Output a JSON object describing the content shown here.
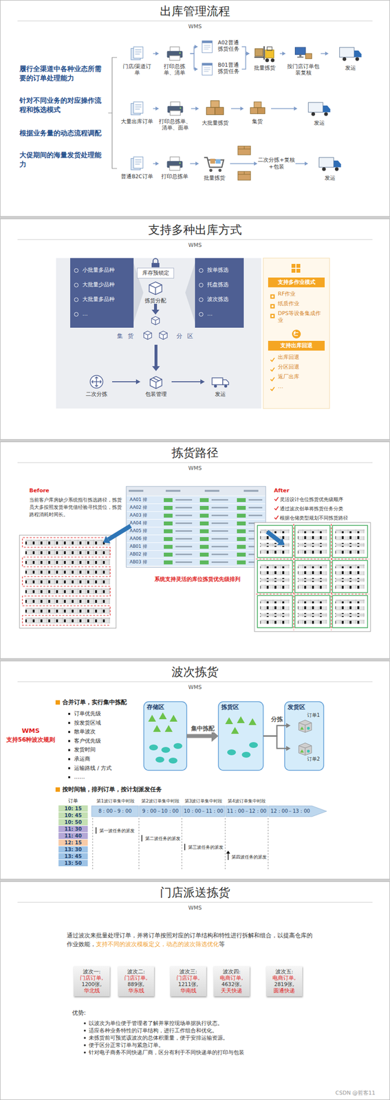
{
  "diagram": {
    "nodes": [
      {
        "text": [
          "出库管理流程",
          "WMS"
        ]
      },
      {
        "text": [
          "门店/渠道订单"
        ],
        "in": 0
      },
      {
        "text": [
          "打印总拣单、清单"
        ],
        "in": 0
      },
      {
        "text": [
          "A02普通拣货任务"
        ],
        "in": 0
      },
      {
        "text": [
          "B01普通拣货任务"
        ],
        "in": 0
      },
      {
        "text": [
          "批量拣货"
        ],
        "in": 0
      },
      {
        "text": [
          "按门店订单包装复核"
        ],
        "in": 0
      },
      {
        "text": [
          "发运"
        ],
        "in": 0
      },
      {
        "text": [
          "大量出库订单"
        ],
        "in": 0
      },
      {
        "text": [
          "打印总拣单、清单、面单"
        ],
        "in": 0
      },
      {
        "text": [
          "大批量拣货"
        ],
        "in": 0
      },
      {
        "text": [
          "集货"
        ],
        "in": 0
      },
      {
        "text": [
          "发运"
        ],
        "in": 0
      },
      {
        "text": [
          "普通B2C订单"
        ],
        "in": 0
      },
      {
        "text": [
          "打印总拣单"
        ],
        "in": 0
      },
      {
        "text": [
          "批量拣货"
        ],
        "in": 0
      },
      {
        "text": [
          "二次分拣+复核+包装"
        ],
        "in": 0
      },
      {
        "text": [
          "发运"
        ],
        "in": 0
      },
      {
        "text": [
          "支持多种出库方式",
          "WMS"
        ]
      },
      {
        "text": [
          "小批量多品种",
          "大批量少品种",
          "大批量多品种",
          "…"
        ],
        "in": 18
      },
      {
        "text": [
          "库存预锁定"
        ],
        "in": 18
      },
      {
        "text": [
          "拣货分配"
        ],
        "in": 18
      },
      {
        "text": [
          "按单拣选",
          "托盘拣选",
          "波次拣选",
          "…"
        ],
        "in": 18
      },
      {
        "text": [
          "二次分拣"
        ],
        "in": 18
      },
      {
        "text": [
          "包装管理"
        ],
        "in": 18
      },
      {
        "text": [
          "发运"
        ],
        "in": 18
      },
      {
        "text": [
          "支持多作业模式",
          "RF作业",
          "纸质作业",
          "DPS等设备集成作业"
        ],
        "in": 18
      },
      {
        "text": [
          "支持出库回退",
          "出库回退",
          "分区回退",
          "返厂出库",
          "…"
        ],
        "in": 18
      },
      {
        "text": [
          "拣货路径",
          "WMS"
        ]
      },
      {
        "text": [
          "波次拣货",
          "WMS"
        ]
      },
      {
        "text": [
          "存储区"
        ],
        "in": 29
      },
      {
        "text": [
          "拣货区"
        ],
        "in": 29
      },
      {
        "text": [
          "发货区"
        ],
        "in": 29
      },
      {
        "text": [
          "订单1"
        ],
        "in": 32
      },
      {
        "text": [
          "订单2"
        ],
        "in": 32
      },
      {
        "text": [
          "门店派送拣货",
          "WMS"
        ]
      },
      {
        "text": [
          "波次一:",
          "门店订单,",
          "1200张,",
          "华北线"
        ],
        "in": 35
      },
      {
        "text": [
          "波次二:",
          "门店订单,",
          "889张,",
          "华东线"
        ],
        "in": 35
      },
      {
        "text": [
          "波次三:",
          "门店订单,",
          "1211张,",
          "华南线"
        ],
        "in": 35
      },
      {
        "text": [
          "波次四:",
          "电商订单,",
          "4632张,",
          "天天快递"
        ],
        "in": 35
      },
      {
        "text": [
          "波次五:",
          "电商订单,",
          "2819张,",
          "圆通快递"
        ],
        "in": 35
      }
    ],
    "edges": [
      {
        "from": 1,
        "to": 2,
        "arrow": "to"
      },
      {
        "from": 2,
        "to": 3,
        "arrow": "to"
      },
      {
        "from": 2,
        "to": 4,
        "arrow": "to"
      },
      {
        "from": 3,
        "to": 5,
        "arrow": "to"
      },
      {
        "from": 4,
        "to": 5,
        "arrow": "to"
      },
      {
        "from": 5,
        "to": 6,
        "arrow": "to"
      },
      {
        "from": 6,
        "to": 7,
        "arrow": "to"
      },
      {
        "from": 8,
        "to": 9,
        "arrow": "to"
      },
      {
        "from": 9,
        "to": 10,
        "arrow": "to"
      },
      {
        "from": 10,
        "to": 11,
        "arrow": "to"
      },
      {
        "from": 11,
        "to": 12,
        "arrow": "to"
      },
      {
        "from": 13,
        "to": 14,
        "arrow": "to"
      },
      {
        "from": 14,
        "to": 15,
        "arrow": "to"
      },
      {
        "from": 15,
        "to": 16,
        "arrow": "to"
      },
      {
        "from": 16,
        "to": 17,
        "arrow": "to"
      },
      {
        "from": 23,
        "to": 24,
        "arrow": "to"
      },
      {
        "from": 24,
        "to": 25,
        "arrow": "to"
      },
      {
        "from": 30,
        "to": 31,
        "arrow": "to",
        "label": "集中拣配"
      },
      {
        "from": 31,
        "to": 33,
        "arrow": "to",
        "label": "分拣"
      },
      {
        "from": 31,
        "to": 34,
        "arrow": "to"
      }
    ],
    "labels": [
      "履行全渠道中各种业态所需要的订单处理能力",
      "针对不同业务的对应操作流程和拣选模式",
      "根据业务量的动态流程调配",
      "大促期间的海量发货处理能力",
      "集货",
      "分区",
      "Before",
      "当前客户库房缺少系统指引拣选路径，拣货员大多按照发货单凭借经验寻找货位，拣货路程消耗时间长。",
      "After",
      "灵活设计仓位拣货优先级顺序",
      "通过波次创单将拣货任务分类",
      "根据仓储类型规划不同拣货路径",
      "系统支持灵活的库位拣货优先级排列",
      "AA01 排",
      "AA02 排",
      "AA03 排",
      "AA04 排",
      "AA05 排",
      "AA06 排",
      "AB01 排",
      "AB02 排",
      "AB03 排",
      "合并订单，实行集中拣配",
      "订单优先级",
      "按发货区域",
      "散单波次",
      "客户优先级",
      "发货时间",
      "承运商",
      "运输路线 / 方式",
      "……",
      "WMS",
      "支持56种波次规则",
      "按时间轴，排列订单，按计划派发任务",
      "订单",
      "10: 15",
      "10: 45",
      "10: 50",
      "11: 30",
      "11: 40",
      "12: 15",
      "13: 30",
      "13: 45",
      "13: 50",
      "第1波订单集中时段",
      "第2波订单集中时段",
      "第3波订单集中时段",
      "第4波订单集中时段",
      "8：00－9：00",
      "9：00－10：00",
      "10：00－11：00",
      "11：00－12：00",
      "12：00－13：00",
      "第一波任务的派发",
      "第二波任务的派发",
      "第三波任务的派发",
      "第四波任务的派发",
      "通过波次来批量处理订单，并将订单按照对应的订单结构和特性进行拆解和组合，以提高仓库的作业效能，",
      "支持不同的波次模板定义，动态的波次筛选优化",
      "等",
      "优势:",
      "以波次为单位便于管理者了解并掌控现场单据执行状态。",
      "适应各种业务特性的订单结构，进行工作组合和优化。",
      "未拣货前可预览该波次的总体积重量，便于安排运输资源。",
      "便于区分正常订单与紧急订单。",
      "针对电子商务不同快递厂商，区分有利于不同快递单的打印与包装",
      "CSDN @哲客11"
    ]
  }
}
